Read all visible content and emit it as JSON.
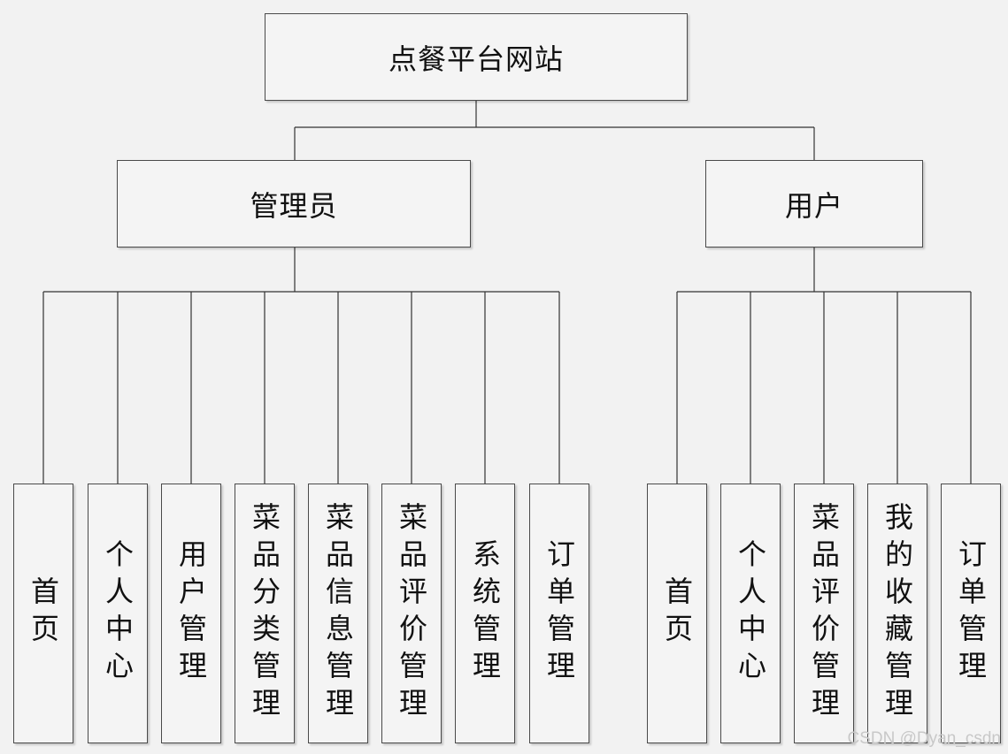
{
  "root": {
    "label": "点餐平台网站"
  },
  "roles": [
    {
      "label": "管理员",
      "modules": [
        "首页",
        "个人中心",
        "用户管理",
        "菜品分类管理",
        "菜品信息管理",
        "菜品评价管理",
        "系统管理",
        "订单管理"
      ]
    },
    {
      "label": "用户",
      "modules": [
        "首页",
        "个人中心",
        "菜品评价管理",
        "我的收藏管理",
        "订单管理"
      ]
    }
  ],
  "watermark": "CSDN @Dyan_csdn"
}
